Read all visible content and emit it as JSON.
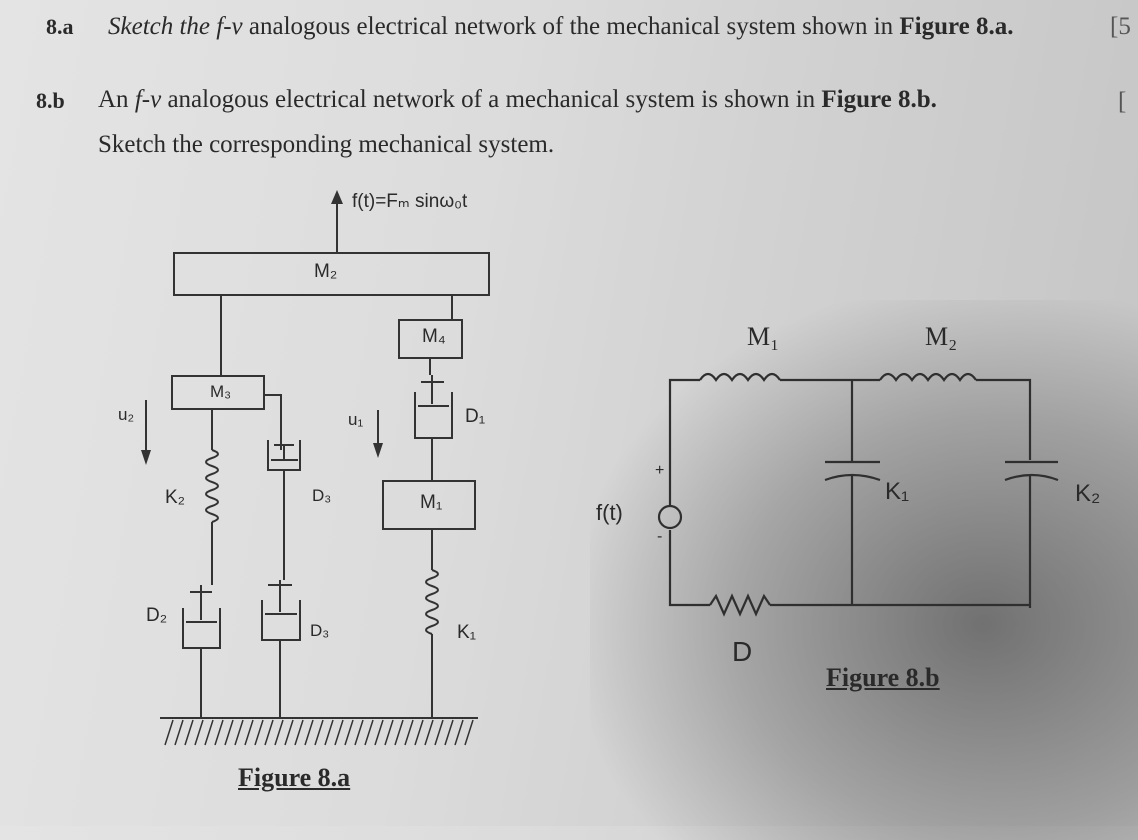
{
  "q8a": {
    "number": "8.a",
    "text_before": "Sketch the",
    "fv": "f-v",
    "text_mid": "analogous electrical network of the mechanical system shown in",
    "figref": "Figure 8.a.",
    "mark": "[5"
  },
  "q8b": {
    "number": "8.b",
    "text_before": "An",
    "fv": "f-v",
    "text_mid": "analogous electrical network of a mechanical system is shown in",
    "figref": "Figure 8.b.",
    "mark": "[",
    "line2": "Sketch the corresponding mechanical system."
  },
  "fig8a": {
    "force_label": "f(t)=Fₘ sinω₀t",
    "M2": "M₂",
    "M3": "M₃",
    "M4": "M₄",
    "M1": "M₁",
    "u2": "u₂",
    "u1": "u₁",
    "K2": "K₂",
    "K1": "K₁",
    "D1": "D₁",
    "D2": "D₂",
    "D3_upper": "D₃",
    "D3_lower": "D₃",
    "caption": "Figure 8.a"
  },
  "fig8b": {
    "source": "f(t)",
    "plus": "+",
    "minus": "-",
    "M1": "M₁",
    "M2": "M₂",
    "K1": "K₁",
    "K2": "K₂",
    "D": "D",
    "caption": "Figure 8.b"
  }
}
